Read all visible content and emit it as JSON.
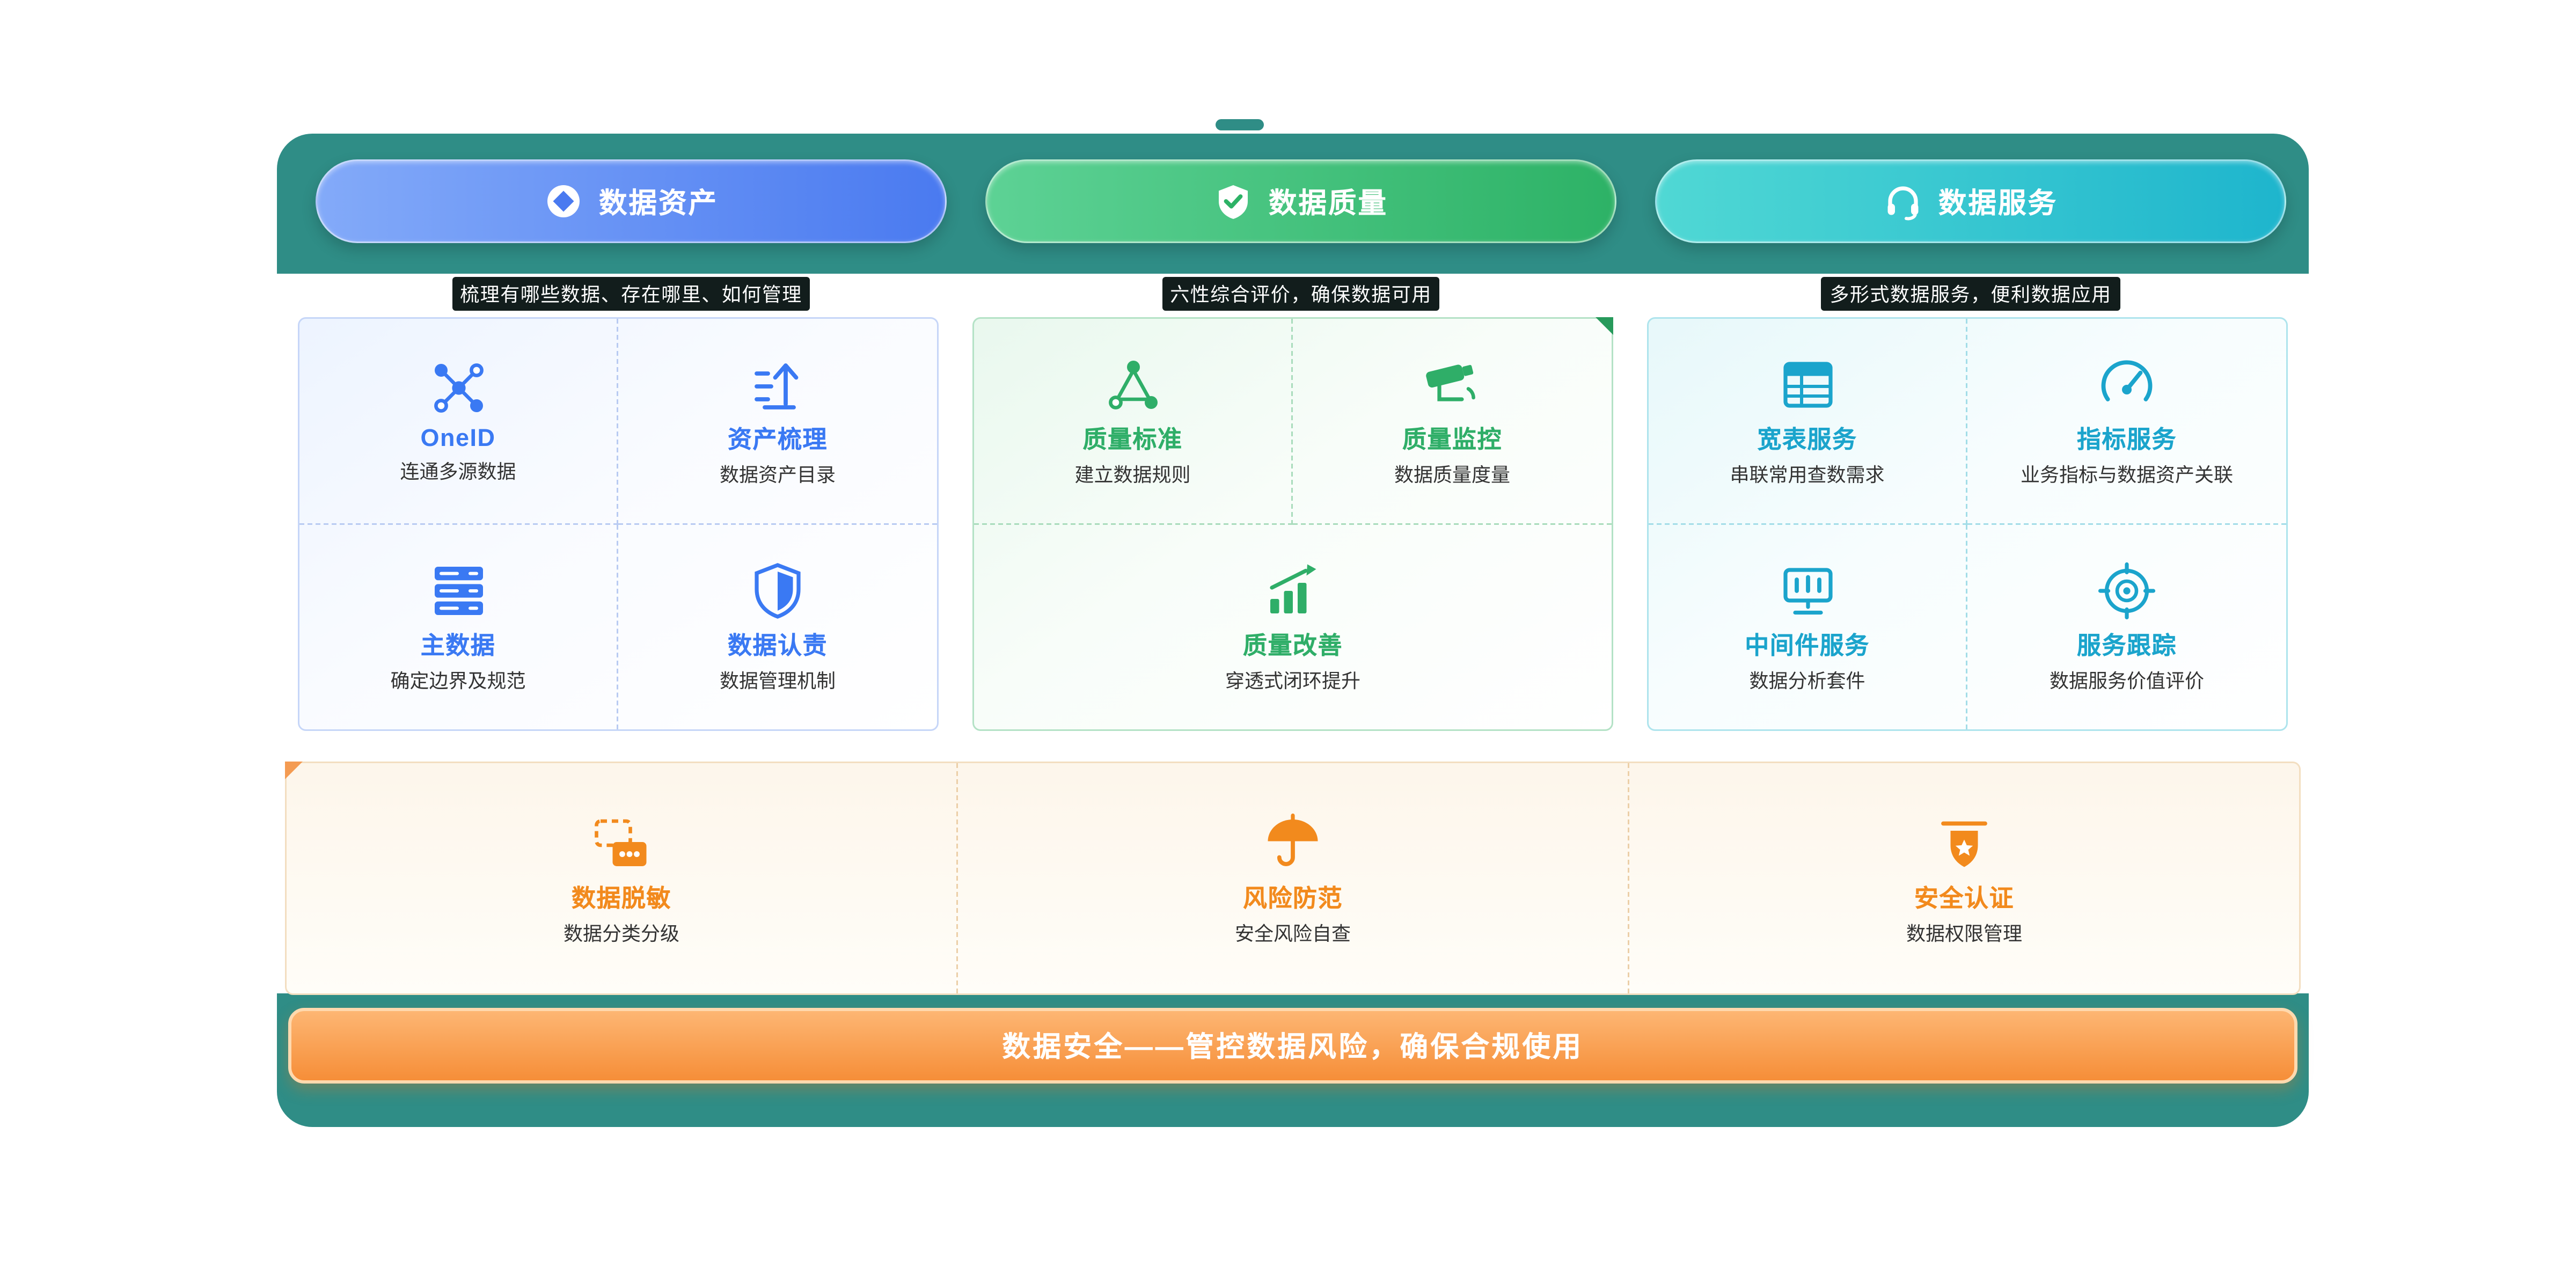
{
  "pillars": [
    {
      "label": "数据资产",
      "subtitle": "梳理有哪些数据、存在哪里、如何管理",
      "accent_color": "#3a79f3",
      "cards": [
        {
          "icon": "network-nodes-icon",
          "title": "OneID",
          "desc": "连通多源数据"
        },
        {
          "icon": "asset-catalog-icon",
          "title": "资产梳理",
          "desc": "数据资产目录"
        },
        {
          "icon": "master-data-icon",
          "title": "主数据",
          "desc": "确定边界及规范"
        },
        {
          "icon": "shield-icon",
          "title": "数据认责",
          "desc": "数据管理机制"
        }
      ]
    },
    {
      "label": "数据质量",
      "subtitle": "六性综合评价，确保数据可用",
      "accent_color": "#2fae68",
      "cards": [
        {
          "icon": "rules-network-icon",
          "title": "质量标准",
          "desc": "建立数据规则"
        },
        {
          "icon": "cctv-camera-icon",
          "title": "质量监控",
          "desc": "数据质量度量"
        },
        {
          "icon": "growth-chart-icon",
          "title": "质量改善",
          "desc": "穿透式闭环提升"
        }
      ]
    },
    {
      "label": "数据服务",
      "subtitle": "多形式数据服务，便利数据应用",
      "accent_color": "#1ba4cc",
      "cards": [
        {
          "icon": "wide-table-icon",
          "title": "宽表服务",
          "desc": "串联常用查数需求"
        },
        {
          "icon": "gauge-icon",
          "title": "指标服务",
          "desc": "业务指标与数据资产关联"
        },
        {
          "icon": "middleware-icon",
          "title": "中间件服务",
          "desc": "数据分析套件"
        },
        {
          "icon": "target-icon",
          "title": "服务跟踪",
          "desc": "数据服务价值评价"
        }
      ]
    }
  ],
  "security": {
    "accent_color": "#f28a1d",
    "cards": [
      {
        "icon": "data-mask-icon",
        "title": "数据脱敏",
        "desc": "数据分类分级"
      },
      {
        "icon": "umbrella-icon",
        "title": "风险防范",
        "desc": "安全风险自查"
      },
      {
        "icon": "security-badge-icon",
        "title": "安全认证",
        "desc": "数据权限管理"
      }
    ],
    "banner": "数据安全——管控数据风险，确保合规使用"
  },
  "colors": {
    "frame_teal": "#2f8d86",
    "assets_blue": "#3a79f3",
    "quality_green": "#2fae68",
    "services_cyan": "#1ba4cc",
    "security_orange": "#f28a1d"
  }
}
